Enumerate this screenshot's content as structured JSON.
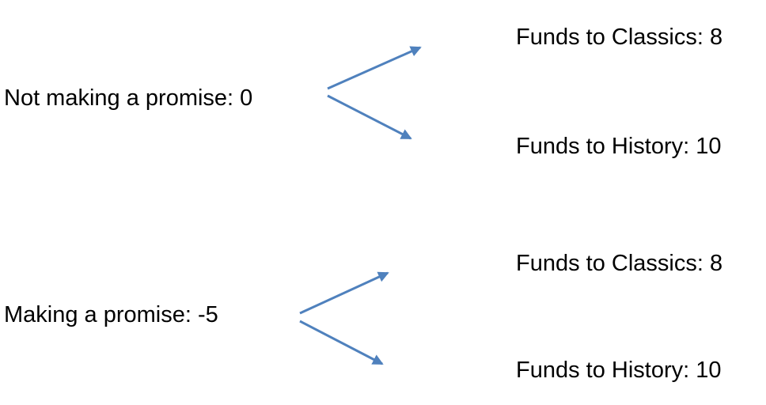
{
  "diagram": {
    "type": "decision-tree",
    "background_color": "#ffffff",
    "text_color": "#000000",
    "arrow_color": "#4F81BD",
    "branches": [
      {
        "id": "no-promise",
        "decision_label": "Not making a promise: 0",
        "decision_value": 0,
        "outcomes": [
          {
            "id": "top-classics",
            "label": "Funds to Classics: 8",
            "value": 8
          },
          {
            "id": "top-history",
            "label": "Funds to History: 10",
            "value": 10
          }
        ]
      },
      {
        "id": "promise",
        "decision_label": "Making a promise: -5",
        "decision_value": -5,
        "outcomes": [
          {
            "id": "bottom-classics",
            "label": "Funds to Classics: 8",
            "value": 8
          },
          {
            "id": "bottom-history",
            "label": "Funds to History: 10",
            "value": 10
          }
        ]
      }
    ]
  }
}
